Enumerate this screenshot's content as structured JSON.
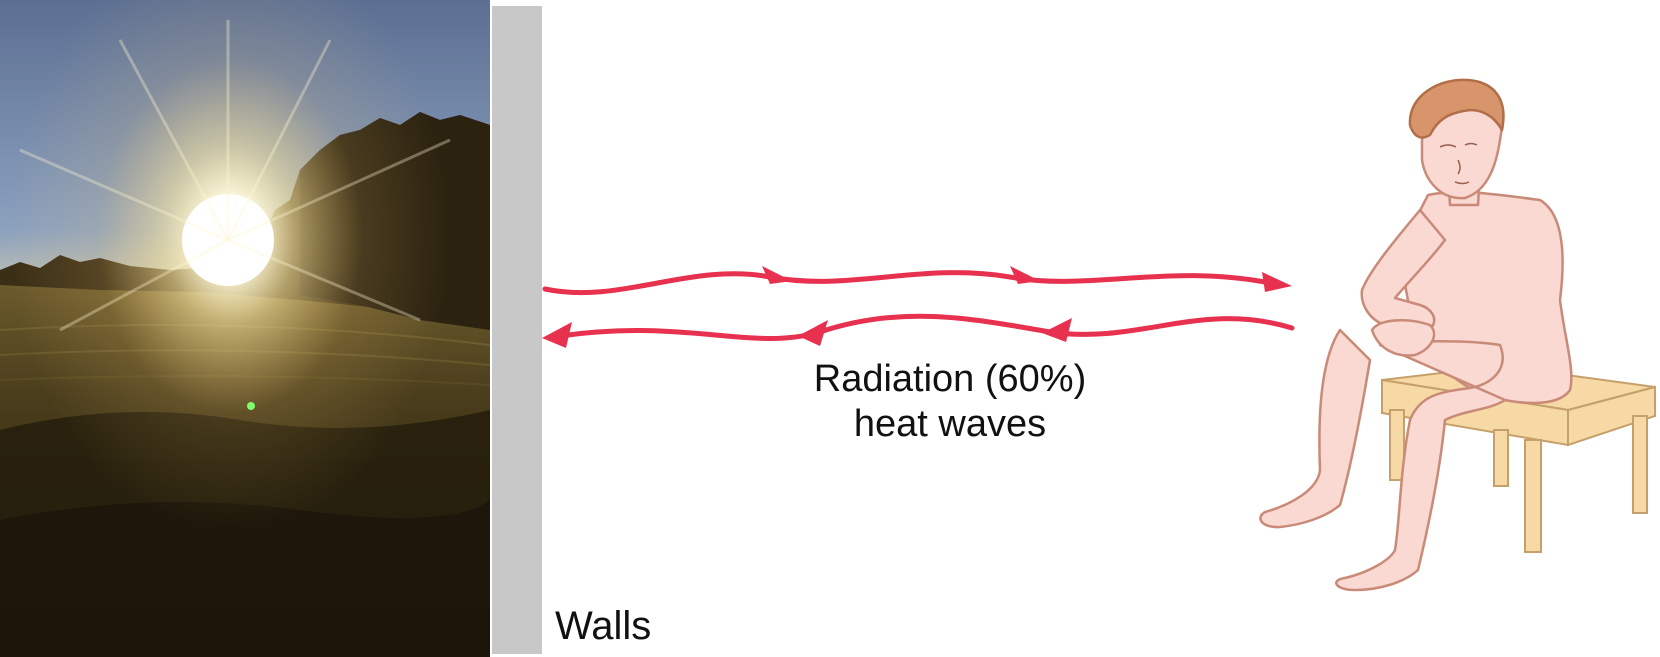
{
  "colors": {
    "arrow": "#e8304f",
    "wall": "#c8c8c8",
    "skin": "#f9d9d2",
    "skin_outline": "#c98a78",
    "hair": "#d8946a",
    "stool": "#f6d9a4",
    "stool_outline": "#c6a06a"
  },
  "icons": {
    "photo": "sunset-photo",
    "person": "seated-person-illustration",
    "stool": "stool"
  },
  "labels": {
    "walls": "Walls",
    "radiation_line1": "Radiation (60%)",
    "radiation_line2": "heat waves"
  }
}
